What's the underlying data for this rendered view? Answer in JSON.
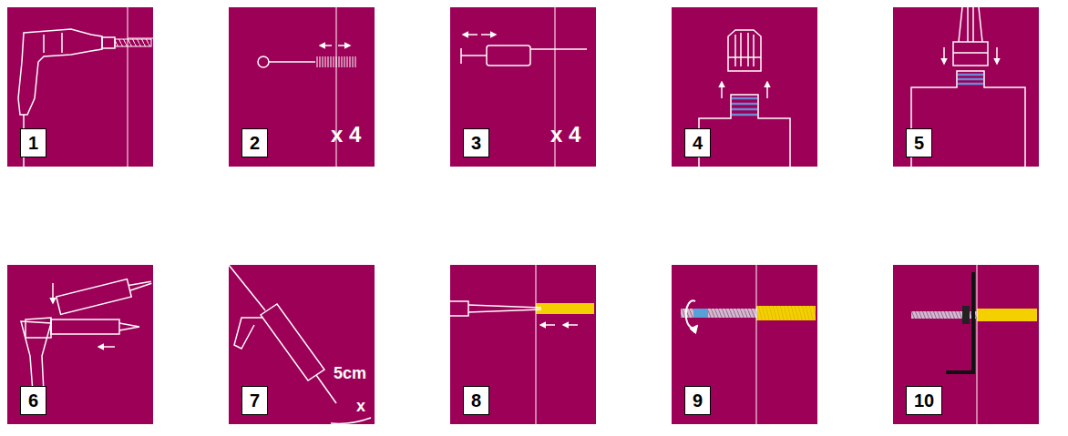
{
  "diagram": {
    "nodes": [
      {
        "text": [
          "1"
        ]
      },
      {
        "text": [
          "2",
          "x 4"
        ]
      },
      {
        "text": [
          "3",
          "x 4"
        ]
      },
      {
        "text": [
          "4"
        ]
      },
      {
        "text": [
          "5"
        ]
      },
      {
        "text": [
          "6"
        ]
      },
      {
        "text": [
          "7",
          "5cm",
          "x"
        ]
      },
      {
        "text": [
          "8"
        ]
      },
      {
        "text": [
          "9"
        ]
      },
      {
        "text": [
          "10"
        ]
      }
    ]
  }
}
